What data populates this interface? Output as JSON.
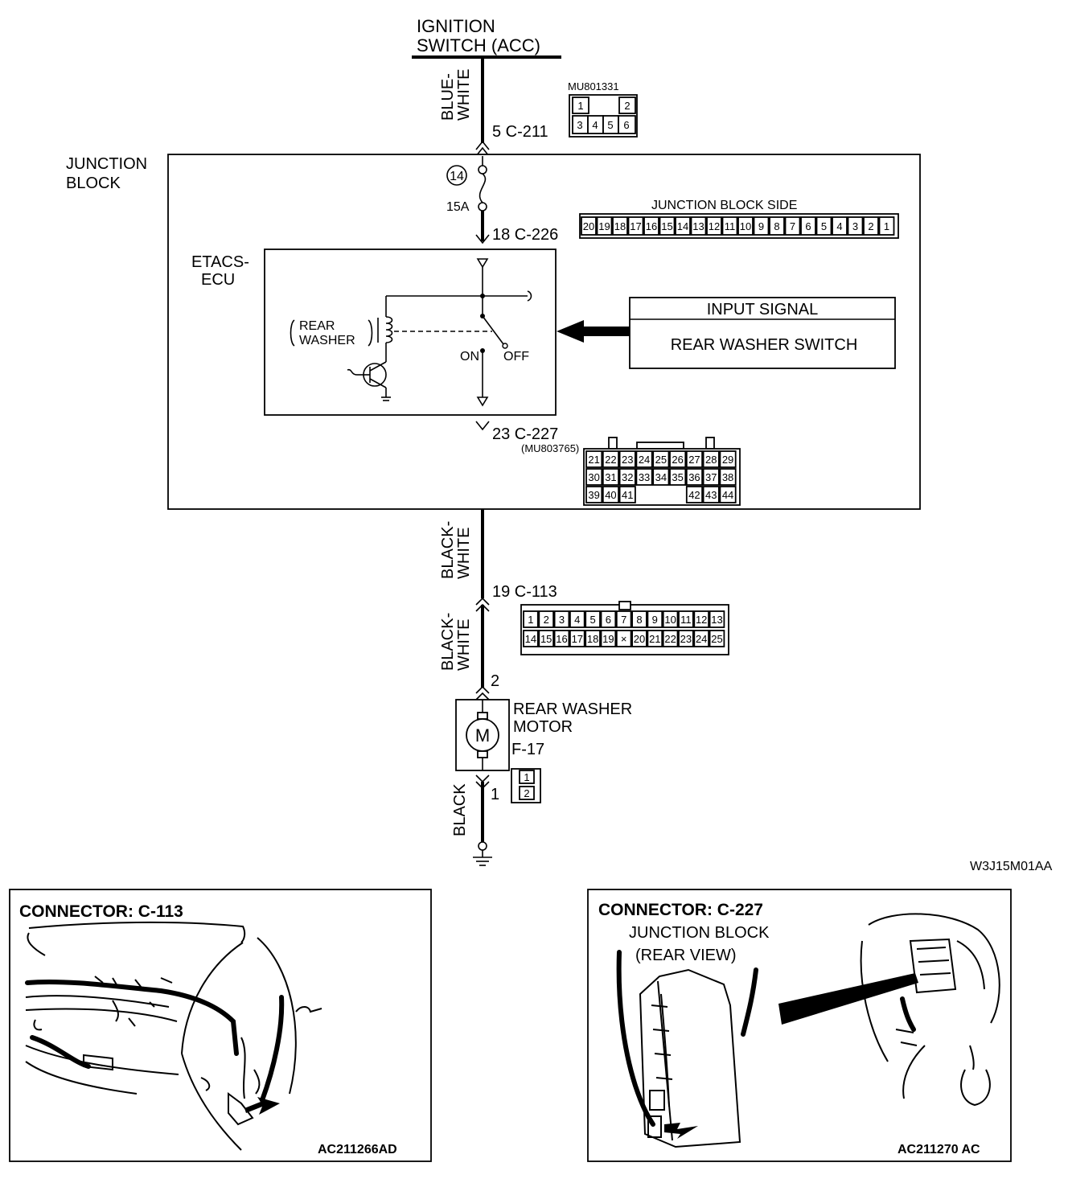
{
  "source": {
    "line1": "IGNITION",
    "line2": "SWITCH (ACC)"
  },
  "wires": {
    "w1": [
      "BLUE-",
      "WHITE"
    ],
    "w2": [
      "BLACK-",
      "WHITE"
    ],
    "w3": [
      "BLACK-",
      "WHITE"
    ],
    "w4": [
      "BLACK"
    ]
  },
  "connectors": {
    "c211": {
      "label": "5  C-211",
      "part": "MU801331",
      "pins_top": [
        "1",
        "",
        "2"
      ],
      "pins_bottom": [
        "3",
        "4",
        "5",
        "6"
      ]
    },
    "c226": {
      "label": "18  C-226",
      "title": "JUNCTION BLOCK SIDE",
      "pins": [
        "20",
        "19",
        "18",
        "17",
        "16",
        "15",
        "14",
        "13",
        "12",
        "11",
        "10",
        "9",
        "8",
        "7",
        "6",
        "5",
        "4",
        "3",
        "2",
        "1"
      ]
    },
    "c227": {
      "label": "23  C-227",
      "part": "(MU803765)",
      "rows": [
        [
          "21",
          "22",
          "23",
          "24",
          "25",
          "26",
          "27",
          "28",
          "29"
        ],
        [
          "30",
          "31",
          "32",
          "33",
          "34",
          "35",
          "36",
          "37",
          "38"
        ],
        [
          "39",
          "40",
          "41",
          "",
          "",
          "",
          "42",
          "43",
          "44"
        ]
      ]
    },
    "c113": {
      "label": "19  C-113",
      "rows": [
        [
          "1",
          "2",
          "3",
          "4",
          "5",
          "6",
          "7",
          "8",
          "9",
          "10",
          "11",
          "12",
          "13"
        ],
        [
          "14",
          "15",
          "16",
          "17",
          "18",
          "19",
          "×",
          "20",
          "21",
          "22",
          "23",
          "24",
          "25"
        ]
      ]
    },
    "f17": {
      "label": "F-17",
      "pin_top": "2",
      "pin_bottom": "1",
      "pins": [
        "1",
        "2"
      ]
    }
  },
  "junction_block": {
    "line1": "JUNCTION",
    "line2": "BLOCK"
  },
  "fuse": {
    "number": "14",
    "rating": "15A"
  },
  "ecu": {
    "line1": "ETACS-",
    "line2": "ECU",
    "relay_line1": "REAR",
    "relay_line2": "WASHER",
    "on": "ON",
    "off": "OFF"
  },
  "input_signal": {
    "header": "INPUT SIGNAL",
    "value": "REAR WASHER SWITCH"
  },
  "motor": {
    "line1": "REAR WASHER",
    "line2": "MOTOR",
    "symbol": "M"
  },
  "diagram_code": "W3J15M01AA",
  "panel_left": {
    "title": "CONNECTOR: C-113",
    "code": "AC211266AD"
  },
  "panel_right": {
    "title": "CONNECTOR: C-227",
    "sub1": "JUNCTION BLOCK",
    "sub2": "(REAR VIEW)",
    "code": "AC211270 AC"
  }
}
